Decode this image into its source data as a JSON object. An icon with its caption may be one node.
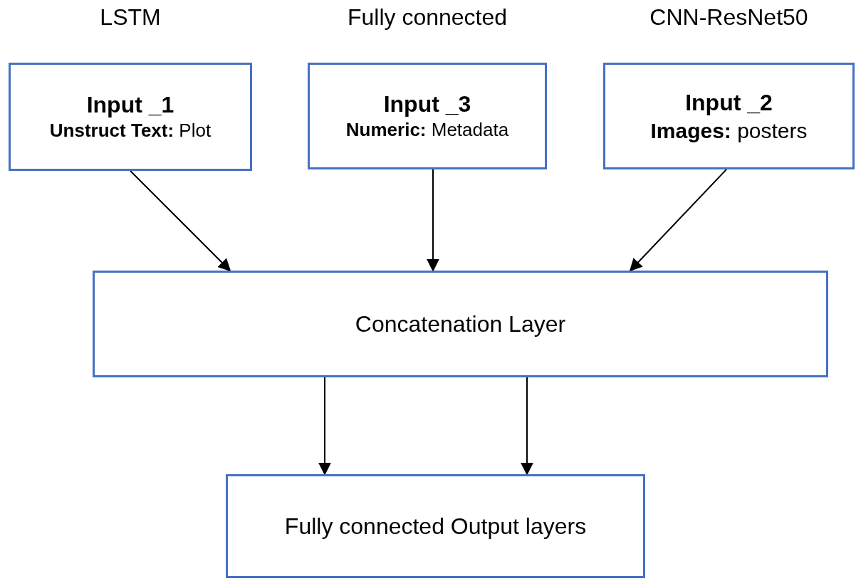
{
  "diagram": {
    "nodes": [
      {
        "text": [
          "LSTM",
          "Input _1",
          "**Unstruct Text:** Plot"
        ]
      },
      {
        "text": [
          "Fully connected",
          "Input _3",
          "**Numeric:** Metadata"
        ]
      },
      {
        "text": [
          "CNN-ResNet50",
          "Input _2",
          "**Images:** posters"
        ]
      },
      {
        "text": [
          "Concatenation Layer"
        ]
      },
      {
        "text": [
          "Fully connected Output layers"
        ]
      }
    ],
    "edges": [
      {
        "from": 0,
        "to": 3,
        "arrow": "to"
      },
      {
        "from": 1,
        "to": 3,
        "arrow": "to"
      },
      {
        "from": 2,
        "to": 3,
        "arrow": "to"
      },
      {
        "from": 3,
        "to": 4,
        "arrow": "to"
      },
      {
        "from": 3,
        "to": 4,
        "arrow": "to"
      }
    ]
  }
}
